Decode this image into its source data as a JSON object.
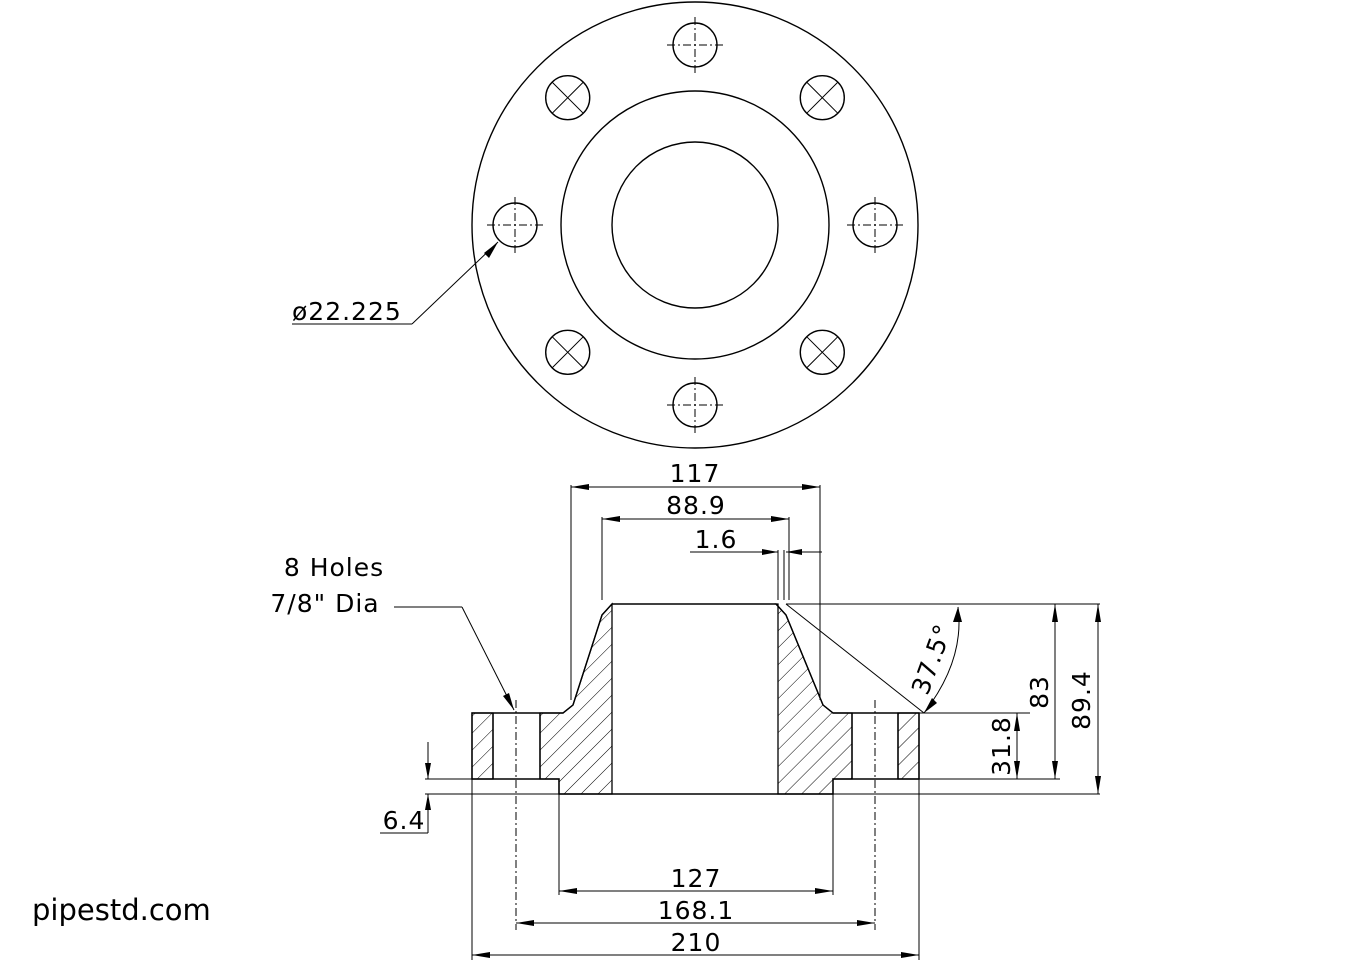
{
  "watermark": "pipestd.com",
  "top_view": {
    "hole_callout": "ø22.225"
  },
  "section_view": {
    "dimensions": {
      "hub_dia": "117",
      "bore_dia": "88.9",
      "chamfer": "1.6",
      "bevel_angle": "37.5°",
      "raised_height": "83",
      "overall_height": "89.4",
      "flange_thickness": "31.8",
      "raised_face": "6.4",
      "raised_face_dia": "127",
      "bolt_circle": "168.1",
      "outside_dia": "210"
    },
    "holes_note": {
      "line1": "8 Holes",
      "line2": "7/8\" Dia"
    }
  }
}
